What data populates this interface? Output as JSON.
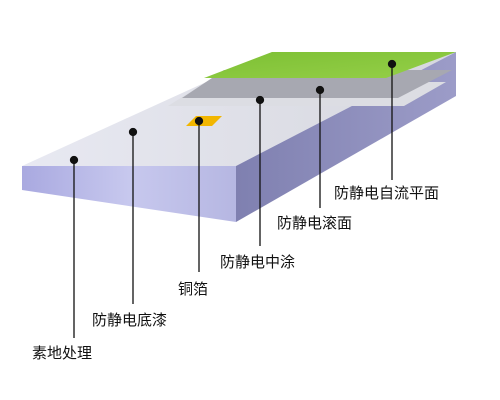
{
  "labels": {
    "substrate": "素地处理",
    "primer": "防静电底漆",
    "copper_foil": "铜箔",
    "middle_coat": "防静电中涂",
    "roller_coat": "防静电滚面",
    "self_leveling": "防静电自流平面"
  },
  "colors": {
    "top_self_leveling": "#86c63a",
    "top_roller": "#a8a8b0",
    "top_middle": "#dcdce0",
    "top_primer": "#ecedf3",
    "front_face": "#b8b8e6",
    "right_face": "#8a8ab8",
    "copper": "#f2b600",
    "leader": "#111111"
  }
}
